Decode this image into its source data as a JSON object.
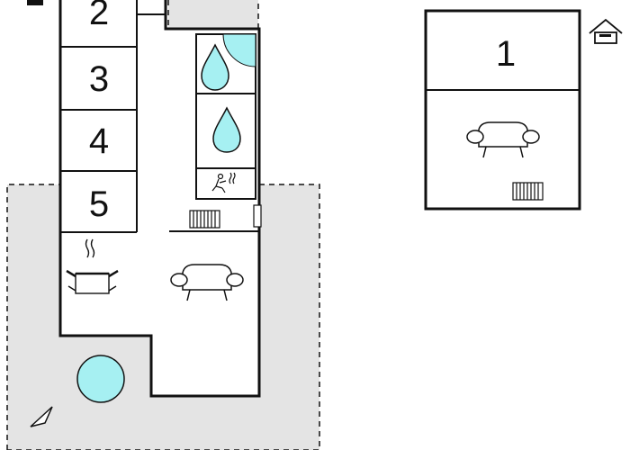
{
  "colors": {
    "terrace": "#e4e4e4",
    "wall": "#111111",
    "water": "#a6f0f2",
    "background": "#ffffff"
  },
  "main_house": {
    "rooms": [
      {
        "label": "2"
      },
      {
        "label": "3"
      },
      {
        "label": "4"
      },
      {
        "label": "5"
      }
    ],
    "icons": [
      "shower-icon",
      "water-drop-icon",
      "water-drop-icon",
      "sauna-icon",
      "radiator-icon",
      "kitchen-pot-icon",
      "sofa-icon",
      "pool-icon",
      "door-icon",
      "north-arrow-icon"
    ]
  },
  "annex": {
    "rooms": [
      {
        "label": "1"
      }
    ],
    "icons": [
      "house-icon",
      "sofa-icon",
      "radiator-icon"
    ]
  }
}
